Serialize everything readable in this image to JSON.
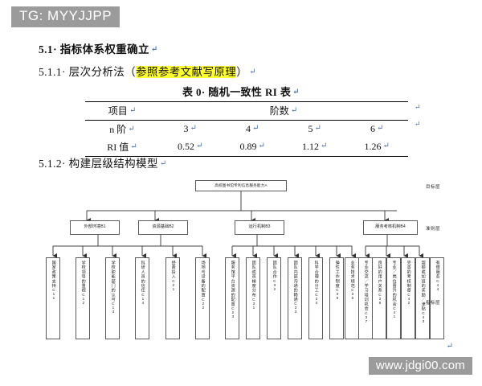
{
  "banner": {
    "text": "TG: MYYJJPP"
  },
  "headings": {
    "s51": "5.1· 指标体系权重确立",
    "s511_pre": "5.1.1· 层次分析法（",
    "s511_highlight": "参照参考文献写原理",
    "s511_post": "）",
    "s512": "5.1.2· 构建层级结构模型"
  },
  "table": {
    "title": "表 0· 随机一致性 RI 表",
    "header": {
      "item": "项目",
      "order": "阶数"
    },
    "rows": [
      {
        "label": "n 阶",
        "values": [
          "3",
          "4",
          "5",
          "6"
        ]
      },
      {
        "label": "RI 值",
        "values": [
          "0.52",
          "0.89",
          "1.12",
          "1.26"
        ]
      }
    ]
  },
  "diagram": {
    "goal": {
      "label": "高校图书馆专利信息服务能力A"
    },
    "layer_labels": {
      "goal": "目标层",
      "criteria": "准则层",
      "index": "指标层"
    },
    "criteria": [
      {
        "label": "外部环境B1"
      },
      {
        "label": "资源基础B2"
      },
      {
        "label": "运行机制B3"
      },
      {
        "label": "服务考核机制B4"
      }
    ],
    "leaves": [
      {
        "text": "国家政策支持",
        "code": "C11"
      },
      {
        "text": "学校领导的重视",
        "code": "C12"
      },
      {
        "text": "学校职能部门的认可",
        "code": "C13"
      },
      {
        "text": "科研人员的信任",
        "code": "C14"
      },
      {
        "text": "经费投入",
        "code": "C21"
      },
      {
        "text": "场地与设备的配置",
        "code": "C22"
      },
      {
        "text": "服务馆平台资源的配置",
        "code": "C23"
      },
      {
        "text": "团队成员梯度分布",
        "code": "C31"
      },
      {
        "text": "团队合作",
        "code": "C32"
      },
      {
        "text": "团队内部沟通的畅通",
        "code": "C33"
      },
      {
        "text": "科学合理的分工",
        "code": "C34"
      },
      {
        "text": "弹性工作制度",
        "code": "C35"
      },
      {
        "text": "业务技术规范",
        "code": "C36"
      },
      {
        "text": "专业交流／学习培训机会",
        "code": "C37"
      },
      {
        "text": "良好的用户关系",
        "code": "C38"
      },
      {
        "text": "专业／岗位晋升的机会",
        "code": "C41"
      },
      {
        "text": "完善的考核制度",
        "code": "C42"
      },
      {
        "text": "超额或加班的奖励／津贴",
        "code": "C43"
      },
      {
        "text": "有偿服务",
        "code": "C44"
      }
    ]
  },
  "watermark": {
    "text": "www.jdgi00.com"
  },
  "colors": {
    "banner_bg": "#9b9b9b",
    "highlight": "#ffff33",
    "pilcrow": "#4a6fb5",
    "node_border": "#5a5a5a"
  }
}
